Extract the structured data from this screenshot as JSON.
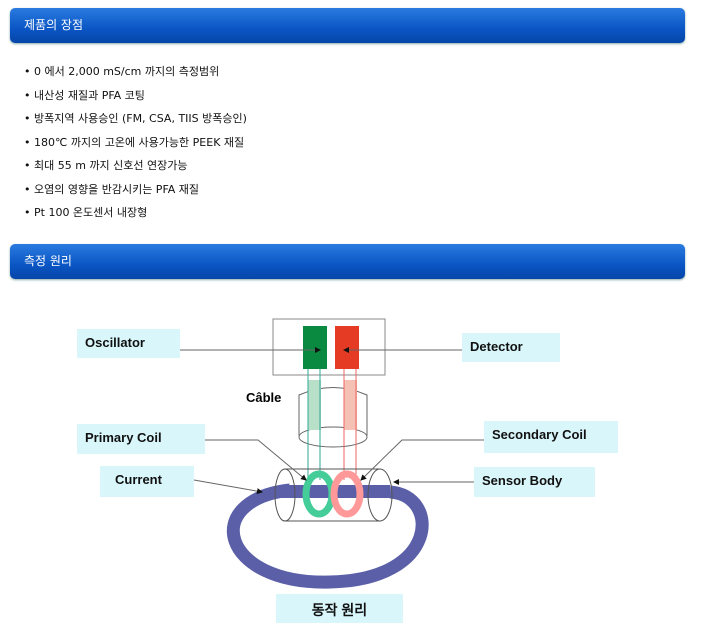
{
  "sections": [
    {
      "title": "제품의 장점"
    },
    {
      "title": "측정 원리"
    }
  ],
  "advantages": [
    "0 에서 2,000 mS/cm 까지의 측정범위",
    "내산성 재질과 PFA 코팅",
    "방폭지역 사용승인 (FM, CSA, TIIS 방폭승인)",
    "180℃ 까지의 고온에 사용가능한 PEEK 재질",
    "최대 55 m 까지 신호선 연장가능",
    "오염의 영향을 반감시키는 PFA 재질",
    "Pt 100 온도센서 내장형"
  ],
  "diagram": {
    "oscillator": "Oscillator",
    "detector": "Detector",
    "cable": "Câble",
    "primary_coil": "Primary Coil",
    "secondary_coil": "Secondary Coil",
    "current": "Current",
    "sensor_body": "Sensor Body",
    "caption": "동작 원리"
  }
}
